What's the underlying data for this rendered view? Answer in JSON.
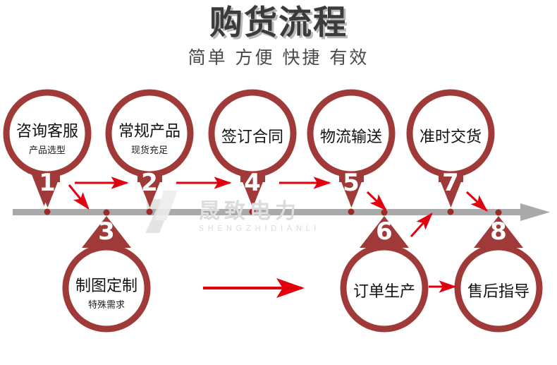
{
  "header": {
    "title": "购货流程",
    "subtitle": "简单 方便 快捷 有效"
  },
  "watermark": {
    "cn": "晟致电力",
    "en": "SHENGZHIDIANLI"
  },
  "colors": {
    "brand_red": "#A03A38",
    "arrow_red": "#E2000F",
    "timeline_gray": "#A9A9A9",
    "title_gray": "#3B3B3B",
    "title_shadow": "#B9B9B9",
    "watermark_gray": "#DCDCDC",
    "node_fill": "#FFFFFF"
  },
  "nodes": [
    {
      "number": "1",
      "main": "咨询客服",
      "sub": "产品选型",
      "row": "top"
    },
    {
      "number": "2",
      "main": "常规产品",
      "sub": "现货充足",
      "row": "top"
    },
    {
      "number": "3",
      "main": "制图定制",
      "sub": "特殊需求",
      "row": "bottom"
    },
    {
      "number": "4",
      "main": "签订合同",
      "sub": "",
      "row": "top"
    },
    {
      "number": "5",
      "main": "物流输送",
      "sub": "",
      "row": "top"
    },
    {
      "number": "6",
      "main": "订单生产",
      "sub": "",
      "row": "bottom"
    },
    {
      "number": "7",
      "main": "准时交货",
      "sub": "",
      "row": "top"
    },
    {
      "number": "8",
      "main": "售后指导",
      "sub": "",
      "row": "bottom"
    }
  ],
  "connectors": [
    {
      "from": "1",
      "to": "2",
      "style": "horizontal"
    },
    {
      "from": "1",
      "to": "3",
      "style": "diagonal-down"
    },
    {
      "from": "2",
      "to": "4",
      "style": "horizontal"
    },
    {
      "from": "4",
      "to": "5",
      "style": "horizontal"
    },
    {
      "from": "5",
      "to": "6",
      "style": "diagonal-down"
    },
    {
      "from": "6",
      "to": "7",
      "style": "diagonal-up"
    },
    {
      "from": "7",
      "to": "8",
      "style": "diagonal-down"
    },
    {
      "from": "3",
      "to": "6",
      "style": "horizontal-long"
    },
    {
      "from": "6",
      "to": "8",
      "style": "horizontal"
    }
  ],
  "timeline": {
    "label": "process-timeline-axis",
    "direction": "left-to-right"
  }
}
